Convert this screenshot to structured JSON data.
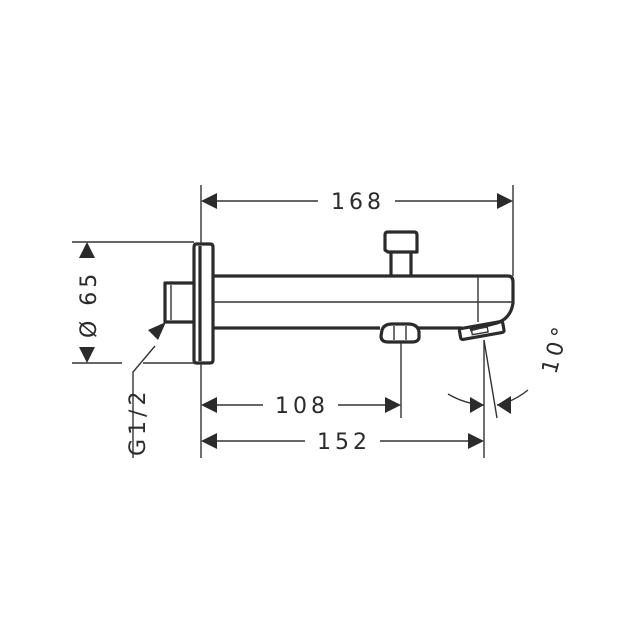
{
  "drawing": {
    "title": "Bath spout dimensional drawing",
    "dimensions": {
      "overall_length": "168",
      "outlet_length": "152",
      "diverter_position": "108",
      "rosette_diameter": "Ø 65",
      "thread": "G1/2",
      "outlet_angle": "10°"
    },
    "colors": {
      "line": "#2b2b2b",
      "background": "#ffffff"
    }
  }
}
